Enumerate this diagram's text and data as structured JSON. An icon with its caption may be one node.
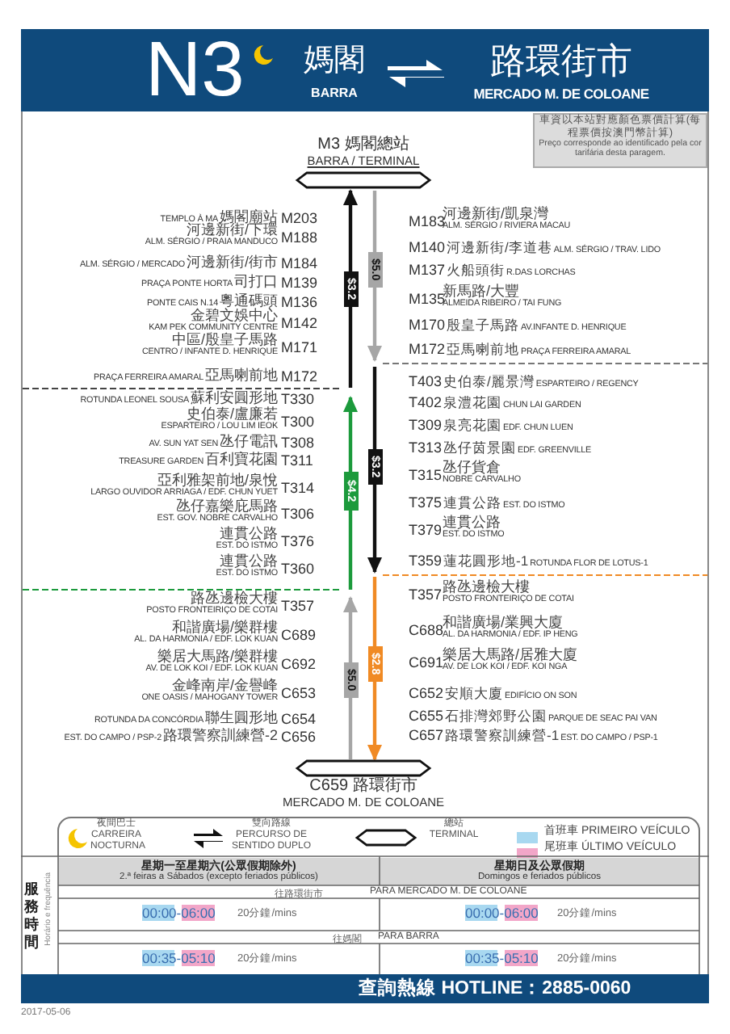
{
  "diagram": {
    "title": "N3",
    "nodes": [
      {
        "text": [
          "車資以本站對應顏色票價計算(每程票價按澳門幣計算)",
          "Preço corresponde ao identificado pela cor tarifária desta paragem."
        ]
      },
      {
        "text": [
          "M3 媽閣總站",
          "BARRA / TERMINAL"
        ]
      },
      {
        "text": [
          "$3.2"
        ]
      },
      {
        "text": [
          "$5.0"
        ]
      },
      {
        "text": [
          "$4.2"
        ]
      },
      {
        "text": [
          "$3.2"
        ]
      },
      {
        "text": [
          "$5.0"
        ]
      },
      {
        "text": [
          "$2.8"
        ]
      },
      {
        "text": [
          "C659 路環街市",
          "MERCADO M. DE COLOANE"
        ]
      }
    ],
    "edges": [
      {
        "from": 2,
        "to": 1,
        "arrow": "to",
        "color": "#111111"
      },
      {
        "from": null,
        "to": 2,
        "arrow": "none",
        "color": "#111111"
      },
      {
        "from": null,
        "to": 4,
        "arrow": "none",
        "color": "#1c9a3c"
      },
      {
        "from": 4,
        "to": null,
        "arrow": "to",
        "color": "#1c9a3c"
      },
      {
        "from": 8,
        "to": 6,
        "arrow": "none",
        "color": "#a6a6a6"
      },
      {
        "from": 6,
        "to": null,
        "arrow": "to",
        "color": "#a6a6a6"
      },
      {
        "from": 1,
        "to": 3,
        "arrow": "none",
        "color": "#a6a6a6"
      },
      {
        "from": 3,
        "to": null,
        "arrow": "to",
        "color": "#a6a6a6"
      },
      {
        "from": null,
        "to": 5,
        "arrow": "none",
        "color": "#111111"
      },
      {
        "from": 5,
        "to": null,
        "arrow": "to",
        "color": "#111111"
      },
      {
        "from": null,
        "to": 7,
        "arrow": "none",
        "color": "#f08a24"
      },
      {
        "from": 7,
        "to": 8,
        "arrow": "to",
        "color": "#f08a24"
      }
    ],
    "labels": [
      "媽閣",
      "BARRA",
      "路環街市",
      "MERCADO M. DE COLOANE",
      "TEMPLO À MA",
      "媽閣廟站",
      "M203",
      "河邊新街/下環",
      "ALM. SÉRGIO / PRAIA MANDUCO",
      "M188",
      "ALM. SÉRGIO / MERCADO",
      "河邊新街/街市",
      "M184",
      "PRAÇA PONTE HORTA",
      "司打口",
      "M139",
      "PONTE CAIS N.14",
      "粵通碼頭",
      "M136",
      "金碧文娛中心",
      "KAM PEK COMMUNITY CENTRE",
      "M142",
      "中區/殷皇子馬路",
      "CENTRO / INFANTE D. HENRIQUE",
      "M171",
      "PRAÇA FERREIRA AMARAL",
      "亞馬喇前地",
      "M172",
      "ROTUNDA LEONEL SOUSA",
      "蘇利安圓形地",
      "T330",
      "史伯泰/盧廉若",
      "ESPARTEIRO / LOU LIM IEOK",
      "T300",
      "AV. SUN YAT SEN",
      "氹仔電訊",
      "T308",
      "TREASURE GARDEN",
      "百利寶花園",
      "T311",
      "亞利雅架前地/泉悅",
      "LARGO OUVIDOR ARRIAGA / EDF. CHUN YUET",
      "T314",
      "氹仔嘉樂庇馬路",
      "EST. GOV. NOBRE CARVALHO",
      "T306",
      "連貫公路",
      "EST. DO ISTMO",
      "T376",
      "連貫公路",
      "EST. DO ISTMO",
      "T360",
      "路氹邊檢大樓",
      "POSTO FRONTEIRIÇO DE COTAI",
      "T357",
      "和諧廣場/樂群樓",
      "AL. DA HARMONIA / EDF. LOK KUAN",
      "C689",
      "樂居大馬路/樂群樓",
      "AV. DE LOK KOI / EDF. LOK KUAN",
      "C692",
      "金峰南岸/金譽峰",
      "ONE OASIS / MAHOGANY TOWER",
      "C653",
      "ROTUNDA DA CONCÓRDIA",
      "聯生圓形地",
      "C654",
      "EST. DO CAMPO / PSP-2",
      "路環警察訓練營-2",
      "C656",
      "M183",
      "河邊新街/凱泉灣",
      "ALM. SÉRGIO / RIVIERA MACAU",
      "M140",
      "河邊新街/李道巷",
      "ALM. SÉRGIO / TRAV. LIDO",
      "M137",
      "火船頭街",
      "R.DAS LORCHAS",
      "M135",
      "新馬路/大豐",
      "ALMEIDA RIBEIRO / TAI FUNG",
      "M170",
      "殷皇子馬路",
      "AV.INFANTE D. HENRIQUE",
      "M172",
      "亞馬喇前地",
      "PRAÇA FERREIRA AMARAL",
      "T403",
      "史伯泰/麗景灣",
      "ESPARTEIRO / REGENCY",
      "T402",
      "泉澧花園",
      "CHUN LAI GARDEN",
      "T309",
      "泉亮花園",
      "EDF. CHUN LUEN",
      "T313",
      "氹仔茵景園",
      "EDF. GREENVILLE",
      "T315",
      "氹仔貨倉",
      "NOBRE CARVALHO",
      "T375",
      "連貫公路",
      "EST. DO ISTMO",
      "T379",
      "連貫公路",
      "EST. DO ISTMO",
      "T359",
      "蓮花圓形地-1",
      "ROTUNDA FLOR DE LOTUS-1",
      "T357",
      "路氹邊檢大樓",
      "POSTO FRONTEIRIÇO DE COTAI",
      "C688",
      "和諧廣場/業興大廈",
      "AL. DA HARMONIA / EDF. IP HENG",
      "C691",
      "樂居大馬路/居雅大廈",
      "AV. DE LOK KOI / EDF. KOI NGA",
      "C652",
      "安順大廈",
      "EDIFÍCIO ON SON",
      "C655",
      "石排灣郊野公園",
      "PARQUE DE SEAC PAI VAN",
      "C657",
      "路環警察訓練營-1",
      "EST. DO CAMPO / PSP-1",
      "服務時間",
      "Horário e frequência",
      "星期一至星期六(公眾假期除外)",
      "2.ª feiras a Sábados (excepto feriados públicos)",
      "星期日及公眾假期",
      "Domingos e feriados públicos",
      "往路環街市",
      "PARA MERCADO M. DE COLOANE",
      "00:00-06:00",
      "20分鐘/mins",
      "00:00-06:00",
      "20分鐘/mins",
      "往媽閣",
      "PARA BARRA",
      "00:35-05:10",
      "20分鐘/mins",
      "00:35-05:10",
      "20分鐘/mins",
      "查詢熱線 HOTLINE：2885-0060",
      "2017-05-06"
    ],
    "legend": [
      {
        "text": "夜間巴士 CARREIRA NOCTURNA"
      },
      {
        "text": "雙向路線 PERCURSO DE SENTIDO DUPLO"
      },
      {
        "text": "總站 TERMINAL"
      },
      {
        "text": "首班車 PRIMEIRO VEÍCULO",
        "color": "#a8d8f0"
      },
      {
        "text": "尾班車 ÚLTIMO VEÍCULO",
        "color": "#f2a6c8"
      }
    ]
  }
}
